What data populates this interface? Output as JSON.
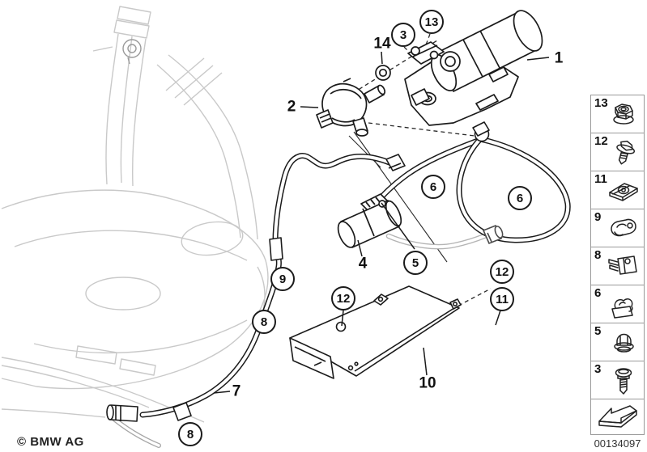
{
  "diagram": {
    "callouts": [
      "3",
      "13",
      "6",
      "6",
      "5",
      "12",
      "11",
      "12",
      "9",
      "8",
      "8"
    ],
    "part_labels": [
      "14",
      "1",
      "2",
      "4",
      "7",
      "10"
    ]
  },
  "sidebar": {
    "items": [
      {
        "number": "13",
        "icon": "flange-nut-icon"
      },
      {
        "number": "12",
        "icon": "flange-screw-icon"
      },
      {
        "number": "11",
        "icon": "speed-nut-icon"
      },
      {
        "number": "9",
        "icon": "hose-clamp-icon"
      },
      {
        "number": "8",
        "icon": "holder-clamp-icon"
      },
      {
        "number": "6",
        "icon": "hose-clip-icon"
      },
      {
        "number": "5",
        "icon": "cap-nut-icon"
      },
      {
        "number": "3",
        "icon": "screw-icon"
      }
    ],
    "footer_arrow": "direction-arrow-icon"
  },
  "footer": {
    "copyright": "© BMW AG",
    "image_number": "00134097"
  },
  "colors": {
    "line": "#1b1b1b",
    "faint": "#c9c9c9",
    "light_hose": "#b4b4b4",
    "box_border": "#9a9a9a",
    "background": "#ffffff"
  }
}
